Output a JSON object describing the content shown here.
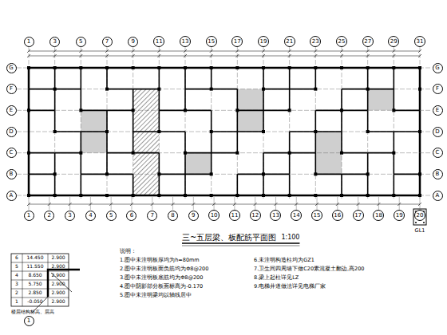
{
  "diagram": {
    "title": "三~五层梁、板配筋平面图",
    "nodes": [
      {
        "text": [
          "1"
        ]
      },
      {
        "text": [
          "3"
        ]
      },
      {
        "text": [
          "5"
        ]
      },
      {
        "text": [
          "7"
        ]
      },
      {
        "text": [
          "9"
        ]
      },
      {
        "text": [
          "11"
        ]
      },
      {
        "text": [
          "13"
        ]
      },
      {
        "text": [
          "15"
        ]
      },
      {
        "text": [
          "17"
        ]
      },
      {
        "text": [
          "19"
        ]
      },
      {
        "text": [
          "21"
        ]
      },
      {
        "text": [
          "23"
        ]
      },
      {
        "text": [
          "25"
        ]
      },
      {
        "text": [
          "27"
        ]
      },
      {
        "text": [
          "29"
        ]
      },
      {
        "text": [
          "31"
        ]
      },
      {
        "text": [
          "G"
        ]
      },
      {
        "text": [
          "F"
        ]
      },
      {
        "text": [
          "E"
        ]
      },
      {
        "text": [
          "D"
        ]
      },
      {
        "text": [
          "C"
        ]
      },
      {
        "text": [
          "B"
        ]
      },
      {
        "text": [
          "A"
        ]
      },
      {
        "text": [
          "G"
        ]
      },
      {
        "text": [
          "F"
        ]
      },
      {
        "text": [
          "E"
        ]
      },
      {
        "text": [
          "D"
        ]
      },
      {
        "text": [
          "C"
        ]
      },
      {
        "text": [
          "B"
        ]
      },
      {
        "text": [
          "A"
        ]
      },
      {
        "text": [
          "1"
        ]
      },
      {
        "text": [
          "2"
        ]
      },
      {
        "text": [
          "3"
        ]
      },
      {
        "text": [
          "4"
        ]
      },
      {
        "text": [
          "5"
        ]
      },
      {
        "text": [
          "6"
        ]
      },
      {
        "text": [
          "7"
        ]
      },
      {
        "text": [
          "8"
        ]
      },
      {
        "text": [
          "9"
        ]
      },
      {
        "text": [
          "10"
        ]
      },
      {
        "text": [
          "11"
        ]
      },
      {
        "text": [
          "12"
        ]
      },
      {
        "text": [
          "13"
        ]
      },
      {
        "text": [
          "14"
        ]
      },
      {
        "text": [
          "15"
        ]
      },
      {
        "text": [
          "16"
        ]
      },
      {
        "text": [
          "17"
        ]
      },
      {
        "text": [
          "18"
        ]
      },
      {
        "text": [
          "19"
        ]
      },
      {
        "text": [
          "20"
        ]
      },
      {
        "text": [
          "1"
        ]
      }
    ],
    "labels": [
      "1:100",
      "楼层结构标高、层高",
      "6",
      "14.450",
      "2.900",
      "5",
      "11.550",
      "2.900",
      "4",
      "8.650",
      "2.900",
      "3",
      "5.750",
      "2.900",
      "2",
      "2.850",
      "2.900",
      "1",
      "-0.050",
      "2.900",
      "说明：",
      "1.图中未注明板厚均为h=80mm",
      "2.图中未注明板面负筋均为Φ8@200",
      "3.图中未注明板底筋均为Φ8@200",
      "4.图中阴影部分板面标高为-0.170",
      "5.图中未注明梁均以轴线居中",
      "6.未注明构造柱均为GZ1",
      "7.卫生间四周墙下做C20素混凝土翻边,高200",
      "8.梁上起柱详见LZ",
      "9.电梯井道做法详见电梯厂家",
      "GL1"
    ]
  }
}
